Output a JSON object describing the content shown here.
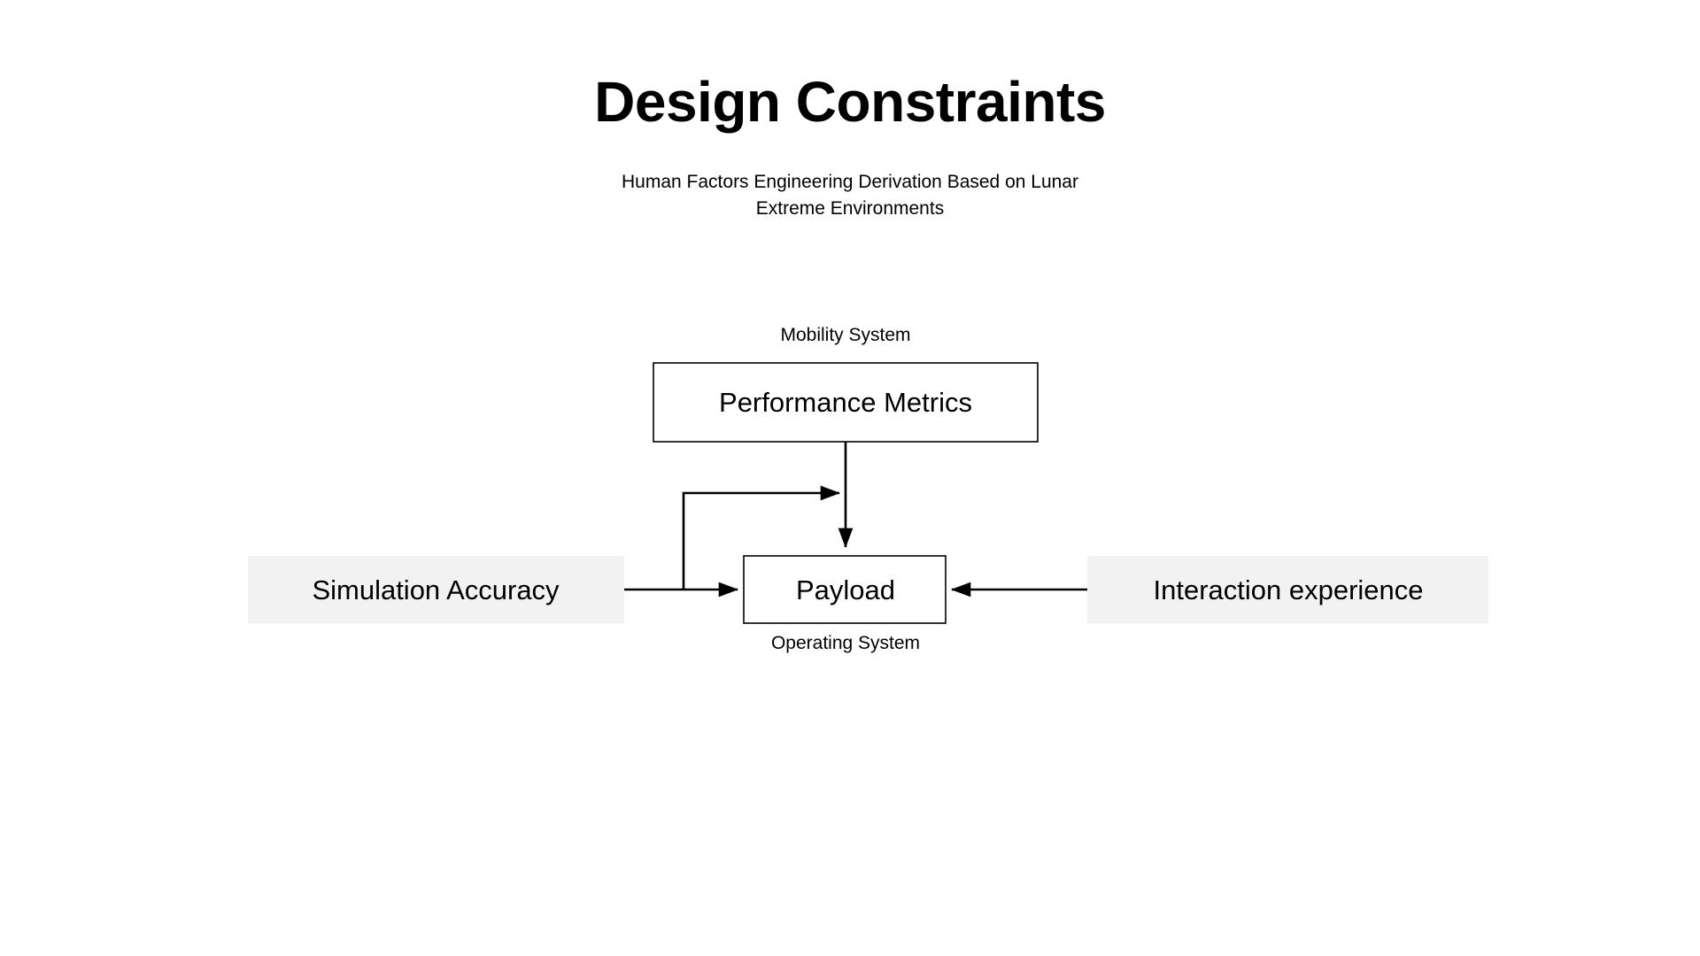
{
  "header": {
    "title": "Design Constraints",
    "subtitle_line1": "Human Factors Engineering Derivation Based on Lunar",
    "subtitle_line2": "Extreme Environments"
  },
  "diagram": {
    "type": "block-flow-diagram",
    "nodes": [
      {
        "id": "performance-metrics",
        "label": "Performance Metrics",
        "caption": "Mobility System",
        "caption_position": "above",
        "style": "outlined",
        "fill": "#ffffff",
        "stroke": "#000000"
      },
      {
        "id": "payload",
        "label": "Payload",
        "caption": "Operating System",
        "caption_position": "below",
        "style": "outlined",
        "fill": "#ffffff",
        "stroke": "#000000"
      },
      {
        "id": "simulation-accuracy",
        "label": "Simulation Accuracy",
        "caption": "",
        "caption_position": "none",
        "style": "filled",
        "fill": "#f2f2f2",
        "stroke": "none"
      },
      {
        "id": "interaction-experience",
        "label": "Interaction experience",
        "caption": "",
        "caption_position": "none",
        "style": "filled",
        "fill": "#f2f2f2",
        "stroke": "none"
      }
    ],
    "edges": [
      {
        "id": "edge-metrics-to-payload",
        "from": "performance-metrics",
        "to": "payload",
        "direction": "down",
        "arrow": "end"
      },
      {
        "id": "edge-simulation-to-payload",
        "from": "simulation-accuracy",
        "to": "payload",
        "direction": "right",
        "arrow": "end"
      },
      {
        "id": "edge-interaction-to-payload",
        "from": "interaction-experience",
        "to": "payload",
        "direction": "left",
        "arrow": "end"
      },
      {
        "id": "edge-simulation-to-metrics-link",
        "from": "simulation-accuracy",
        "to": "edge-metrics-to-payload",
        "direction": "elbow-up-right",
        "arrow": "end"
      }
    ]
  },
  "colors": {
    "background": "#ffffff",
    "text": "#000000",
    "node_fill_gray": "#f2f2f2",
    "stroke": "#000000"
  }
}
